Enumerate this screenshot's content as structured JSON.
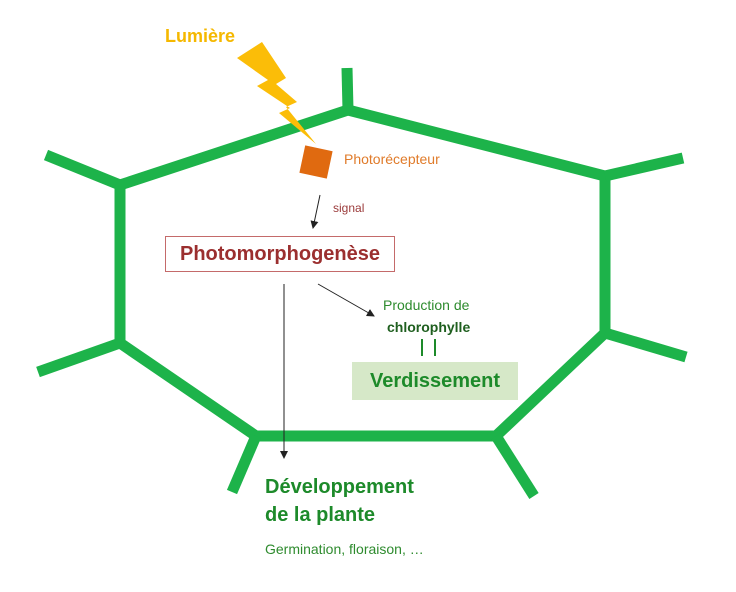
{
  "labels": {
    "light": "Lumière",
    "photoreceptor": "Photorécepteur",
    "signal": "signal",
    "photomorphogenesis": "Photomorphogenèse",
    "production": "Production de",
    "chlorophyll": "chlorophylle",
    "greening": "Verdissement",
    "development_line1": "Développement",
    "development_line2": "de la plante",
    "examples": "Germination, floraison, …"
  },
  "colors": {
    "cell_wall": "#1db34a",
    "light": "#f5b800",
    "photoreceptor": "#e06a10",
    "photomorphogenesis": "#9b2f2f",
    "greening_box": "#d6e8c8",
    "green_text": "#1d8a2a"
  },
  "icons": {
    "light": "lightning-bolt-icon",
    "photoreceptor": "orange-square"
  }
}
